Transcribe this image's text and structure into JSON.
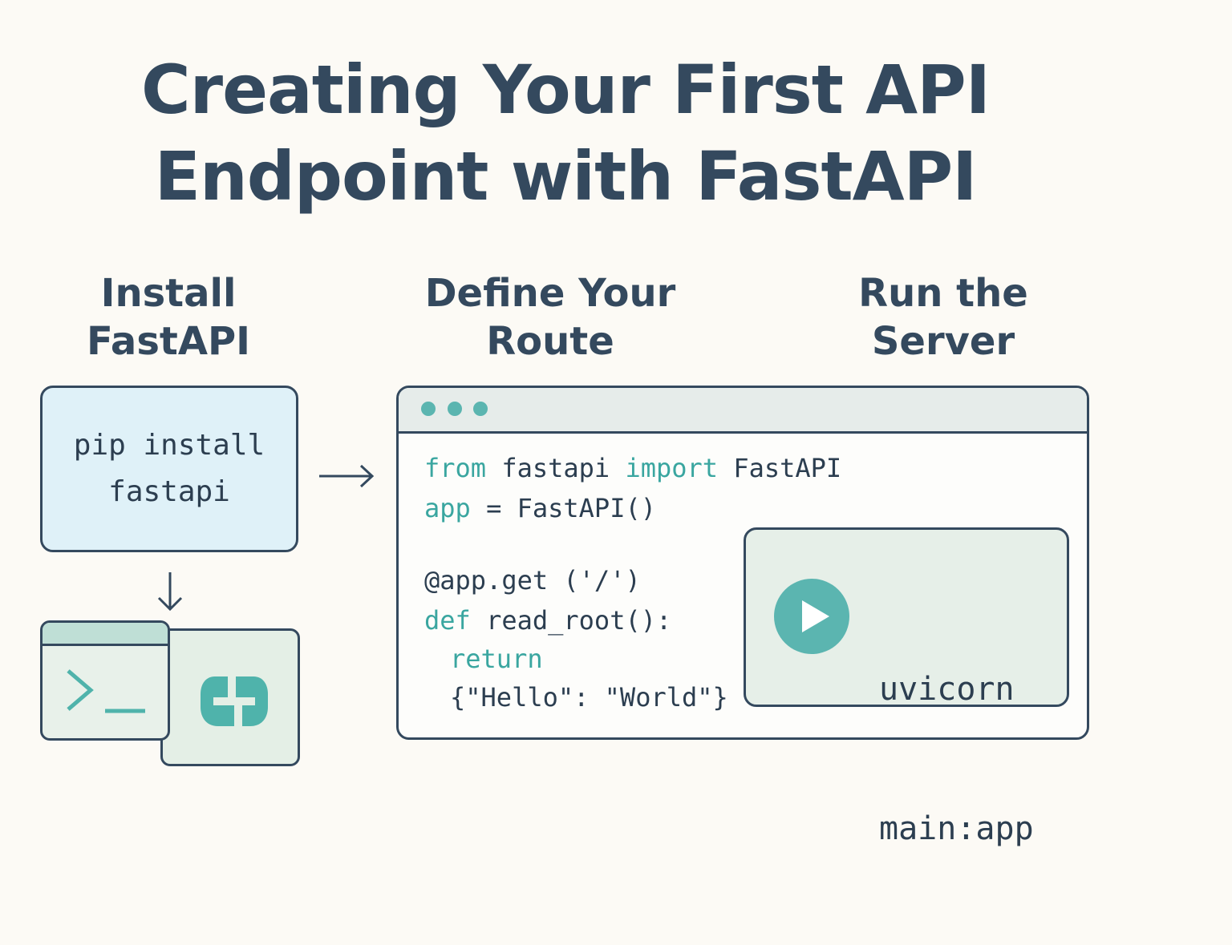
{
  "title": {
    "line1": "Creating Your First API",
    "line2": "Endpoint with FastAPI"
  },
  "steps": {
    "install": {
      "line1": "Install",
      "line2": "FastAPI"
    },
    "define": {
      "line1": "Define Your",
      "line2": "Route"
    },
    "run": {
      "line1": "Run the",
      "line2": "Server"
    }
  },
  "install_command": {
    "line1": "pip install",
    "line2": "fastapi"
  },
  "code": {
    "l1_kw1": "from",
    "l1_mod": " fastapi ",
    "l1_kw2": "import",
    "l1_cls": " FastAPI",
    "l2_var": "app",
    "l2_rest": " = FastAPI()",
    "l3": "@app.get ('/')",
    "l4_kw": "def",
    "l4_rest": " read_root():",
    "l5_kw": "return",
    "l6": "{\"Hello\": \"World\"}"
  },
  "run_command": {
    "line1": "uvicorn",
    "line2": "main:app"
  },
  "icons": {
    "arrow_right": "arrow-right-icon",
    "arrow_down": "arrow-down-icon",
    "terminal": "terminal-icon",
    "app": "app-logo-icon",
    "play": "play-icon"
  },
  "colors": {
    "background": "#fcfaf5",
    "text": "#34495e",
    "accent": "#5bb5b0",
    "install_box": "#dff1f8",
    "panel": "#e6efe8"
  }
}
